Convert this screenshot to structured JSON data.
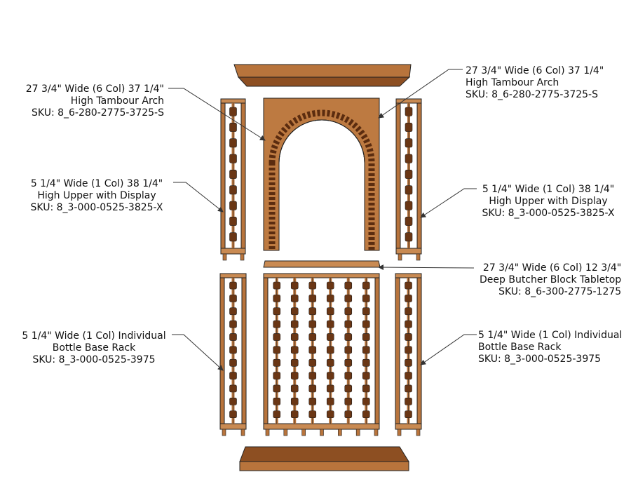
{
  "colors": {
    "wood": "#b8743c",
    "wood_dark": "#6a3614",
    "wood_light": "#c98a52",
    "stroke": "#222222",
    "leader": "#333333"
  },
  "labels": {
    "arch_left": {
      "line1": "27 3/4\" Wide (6 Col) 37 1/4\"",
      "line2": "High Tambour Arch",
      "sku": "SKU: 8_6-280-2775-3725-S"
    },
    "arch_right": {
      "line1": "27 3/4\" Wide (6 Col) 37 1/4\"",
      "line2": "High Tambour Arch",
      "sku": "SKU: 8_6-280-2775-3725-S"
    },
    "upper_left": {
      "line1": "5 1/4\" Wide (1 Col) 38 1/4\"",
      "line2": "High Upper with Display",
      "sku": "SKU: 8_3-000-0525-3825-X"
    },
    "upper_right": {
      "line1": "5 1/4\" Wide (1 Col) 38 1/4\"",
      "line2": "High Upper with Display",
      "sku": "SKU: 8_3-000-0525-3825-X"
    },
    "tabletop": {
      "line1": "27 3/4\" Wide (6 Col) 12 3/4\"",
      "line2": "Deep Butcher Block Tabletop",
      "sku": "SKU: 8_6-300-2775-1275"
    },
    "base_left": {
      "line1": "5 1/4\" Wide (1 Col) Individual",
      "line2": "Bottle Base Rack",
      "sku": "SKU: 8_3-000-0525-3975"
    },
    "base_right": {
      "line1": "5 1/4\" Wide (1 Col) Individual",
      "line2": "Bottle Base Rack",
      "sku": "SKU: 8_3-000-0525-3975"
    }
  }
}
